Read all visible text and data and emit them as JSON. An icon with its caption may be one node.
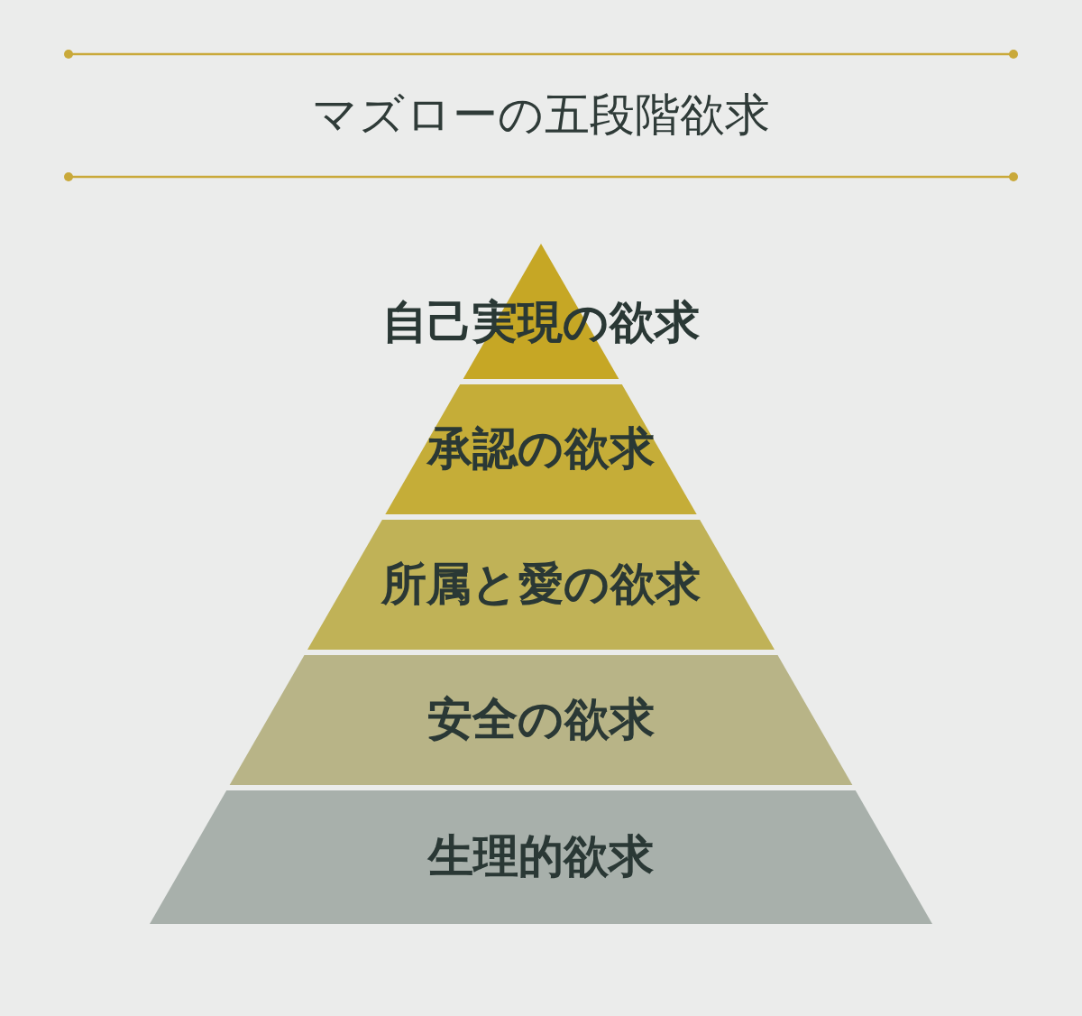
{
  "diagram": {
    "title": "マズローの五段階欲求",
    "nodes": [
      {
        "text": [
          "自己実現の欲求"
        ]
      },
      {
        "text": [
          "承認の欲求"
        ]
      },
      {
        "text": [
          "所属と愛の欲求"
        ]
      },
      {
        "text": [
          "安全の欲求"
        ]
      },
      {
        "text": [
          "生理的欲求"
        ]
      }
    ]
  }
}
